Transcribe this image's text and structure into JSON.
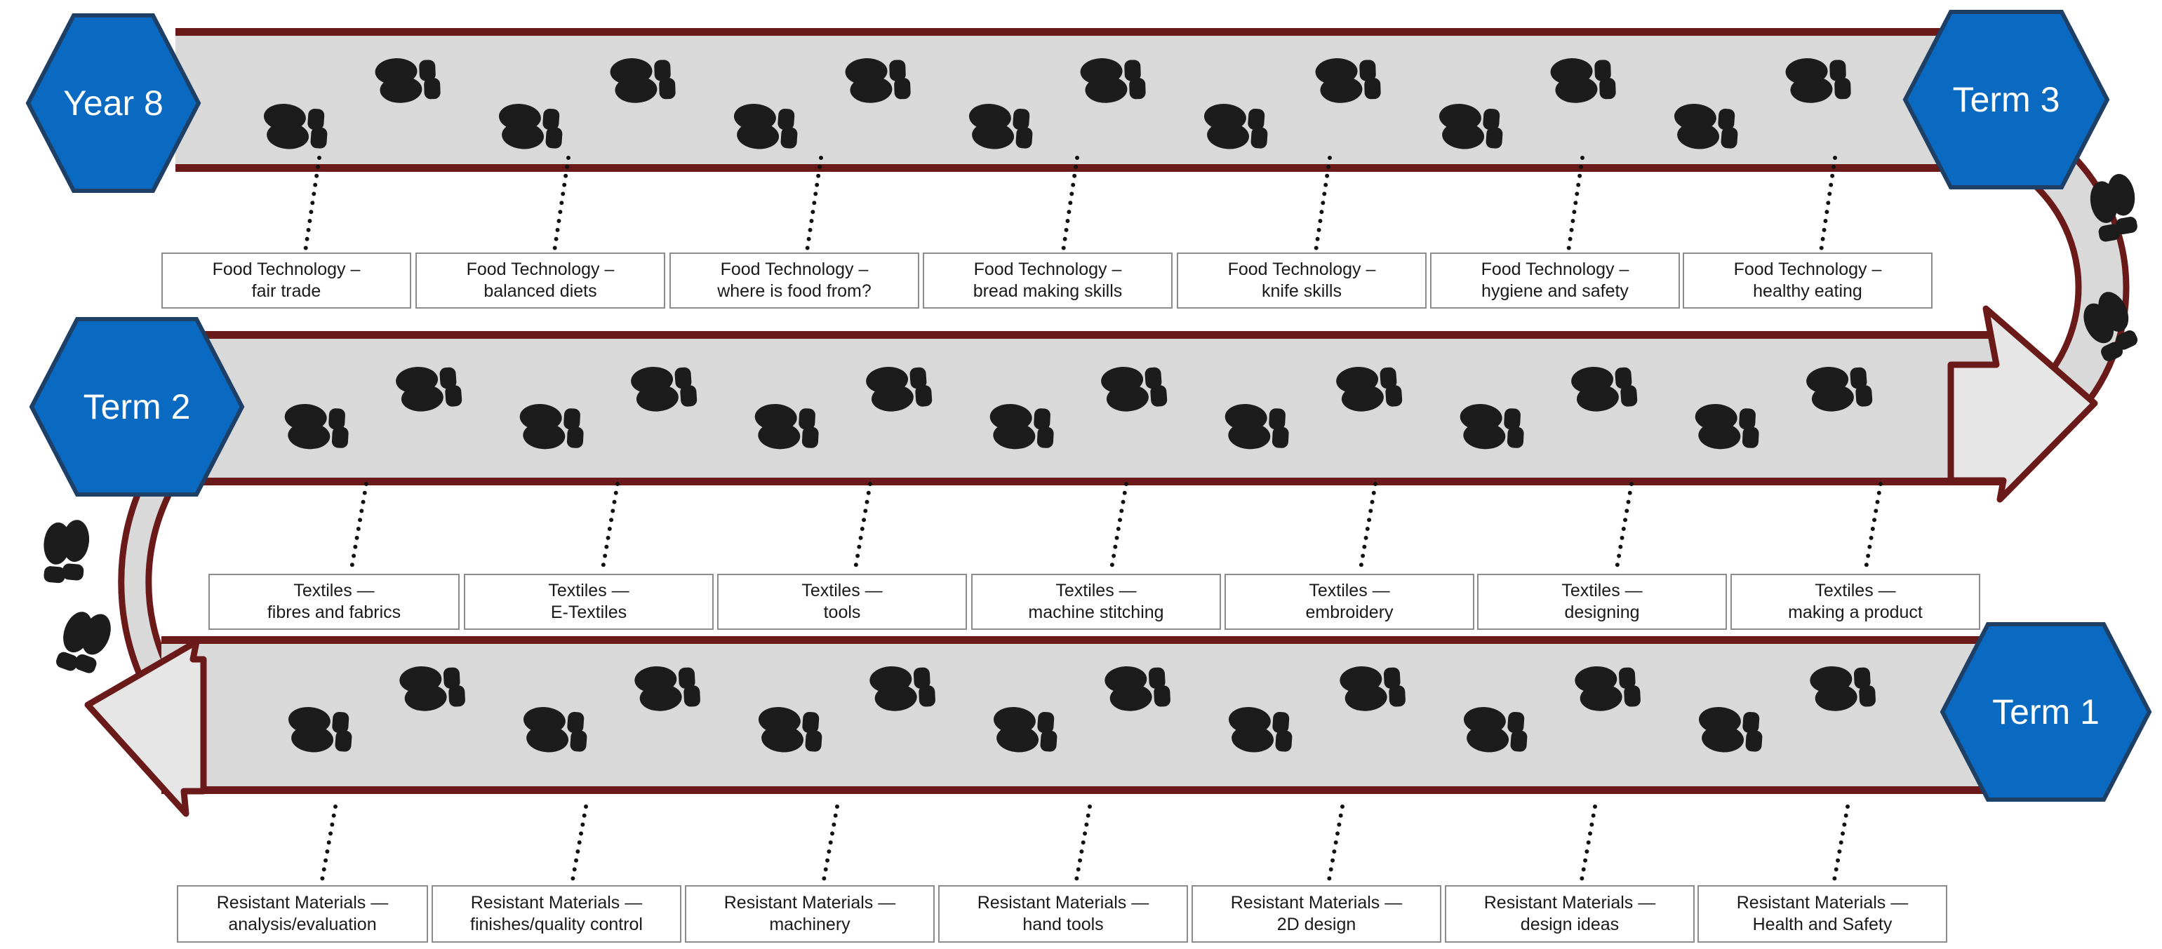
{
  "colors": {
    "road_fill": "#d9d9d9",
    "road_border": "#6b1a1a",
    "hexagon_fill": "#0a6ac2",
    "hexagon_border": "#1e3f66",
    "footprint": "#1c1c1c"
  },
  "icons": {
    "footprint": "footprint-icon",
    "arrow": "road-arrow-icon",
    "stage_marker": "hexagon-icon"
  },
  "markers": {
    "start": "Year 8",
    "term3": "Term 3",
    "term2": "Term 2",
    "term1": "Term 1"
  },
  "rows": {
    "top": [
      {
        "subject": "Food Technology –",
        "topic": "fair trade"
      },
      {
        "subject": "Food Technology –",
        "topic": "balanced diets"
      },
      {
        "subject": "Food Technology –",
        "topic": "where is food from?"
      },
      {
        "subject": "Food Technology –",
        "topic": "bread making skills"
      },
      {
        "subject": "Food Technology –",
        "topic": "knife skills"
      },
      {
        "subject": "Food Technology –",
        "topic": "hygiene and safety"
      },
      {
        "subject": "Food Technology –",
        "topic": "healthy eating"
      }
    ],
    "middle": [
      {
        "subject": "Textiles —",
        "topic": "fibres and fabrics"
      },
      {
        "subject": "Textiles —",
        "topic": "E-Textiles"
      },
      {
        "subject": "Textiles —",
        "topic": "tools"
      },
      {
        "subject": "Textiles —",
        "topic": "machine stitching"
      },
      {
        "subject": "Textiles —",
        "topic": "embroidery"
      },
      {
        "subject": "Textiles —",
        "topic": "designing"
      },
      {
        "subject": "Textiles —",
        "topic": "making a product"
      }
    ],
    "bottom": [
      {
        "subject": "Resistant Materials —",
        "topic": "analysis/evaluation"
      },
      {
        "subject": "Resistant Materials —",
        "topic": "finishes/quality control"
      },
      {
        "subject": "Resistant Materials —",
        "topic": "machinery"
      },
      {
        "subject": "Resistant Materials —",
        "topic": "hand tools"
      },
      {
        "subject": "Resistant Materials —",
        "topic": "2D design"
      },
      {
        "subject": "Resistant Materials —",
        "topic": "design ideas"
      },
      {
        "subject": "Resistant Materials —",
        "topic": "Health and Safety"
      }
    ]
  }
}
